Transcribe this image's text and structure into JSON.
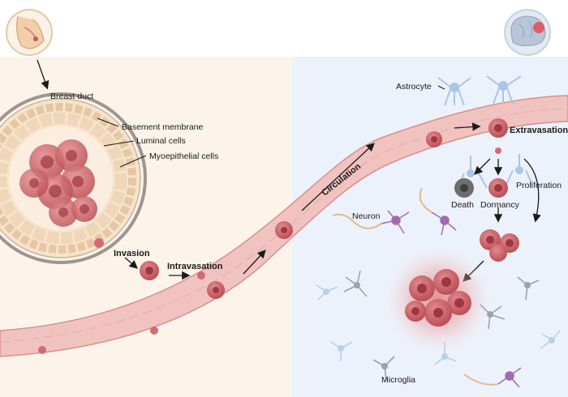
{
  "labels": {
    "breast_duct": "Breast duct",
    "basement_membrane": "Basement membrane",
    "luminal_cells": "Luminal cells",
    "myoepithelial_cells": "Myoepithelial cells",
    "invasion": "Invasion",
    "intravasation": "Intravasation",
    "circulation": "Circulation",
    "astrocyte": "Astrocyte",
    "extravasation": "Extravasation",
    "death": "Death",
    "dormancy": "Dormancy",
    "proliferation": "Proliferation",
    "neuron": "Neuron",
    "microglia": "Microglia"
  },
  "icons": {
    "breast": "breast-icon",
    "brain": "brain-icon"
  },
  "colors": {
    "left_bg": "#fcf4ea",
    "right_bg": "#ecf2fb",
    "vessel": "#f0c3c0",
    "vessel_edge": "#d98f8c",
    "tumor": "#c9595f",
    "tumor_dark": "#9e3840",
    "astrocyte": "#a9c6e6",
    "microglia_grey": "#9aa2ac",
    "neuron": "#a46ab0"
  }
}
